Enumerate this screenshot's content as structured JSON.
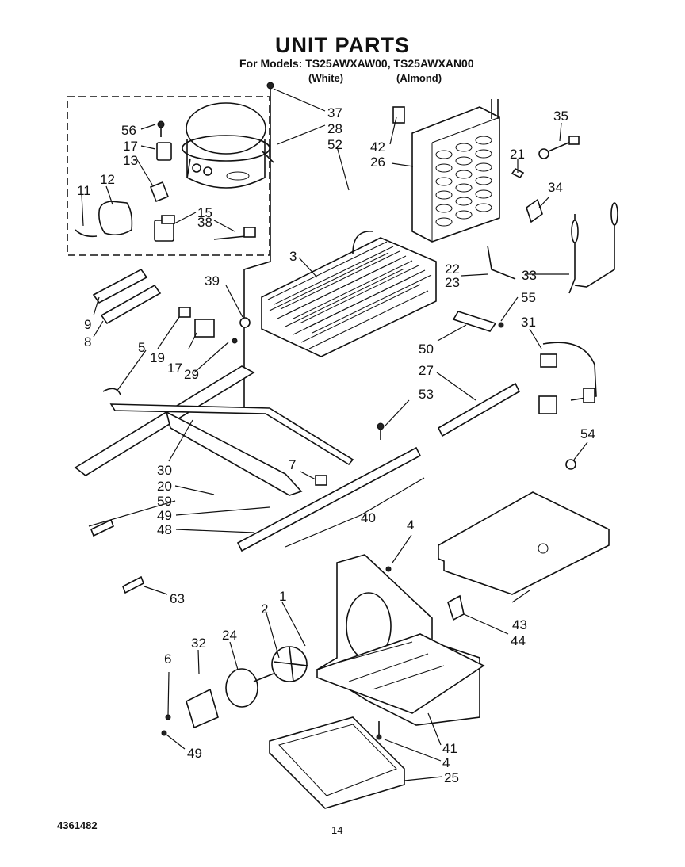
{
  "header": {
    "title": "UNIT PARTS",
    "models": "For Models: TS25AWXAW00, TS25AWXAN00",
    "variant_white": "(White)",
    "variant_almond": "(Almond)"
  },
  "footer": {
    "doc_number": "4361482",
    "page_number": "14"
  },
  "callouts": [
    "37",
    "28",
    "52",
    "56",
    "17",
    "13",
    "12",
    "11",
    "15",
    "38",
    "42",
    "26",
    "35",
    "21",
    "34",
    "22",
    "23",
    "33",
    "3",
    "39",
    "55",
    "31",
    "9",
    "8",
    "19",
    "17",
    "29",
    "5",
    "50",
    "27",
    "53",
    "54",
    "30",
    "20",
    "59",
    "49",
    "48",
    "7",
    "40",
    "4",
    "63",
    "43",
    "44",
    "1",
    "2",
    "32",
    "24",
    "6",
    "49",
    "41",
    "4",
    "25"
  ]
}
